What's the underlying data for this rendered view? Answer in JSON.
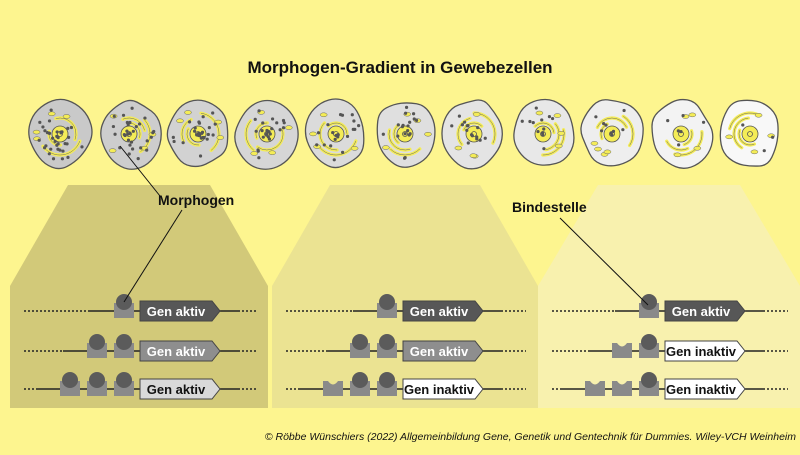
{
  "title": "Morphogen-Gradient in Gewebezellen",
  "labels": {
    "morphogen": "Morphogen",
    "bindestelle": "Bindestelle"
  },
  "credit": "© Röbbe Wünschiers (2022) Allgemeinbildung Gene, Genetik und Gentechnik für Dummies. Wiley-VCH Weinheim",
  "cells": {
    "count": 11,
    "dot_counts": [
      34,
      30,
      27,
      24,
      21,
      18,
      15,
      12,
      9,
      6,
      3
    ],
    "cytoplasm_shading": [
      "#c9c9c9",
      "#cdcdcd",
      "#d2d2d2",
      "#d6d6d6",
      "#dbdbdb",
      "#dfdfdf",
      "#e4e4e4",
      "#e8e8e8",
      "#eeeeee",
      "#f3f3f3",
      "#f8f8f8"
    ]
  },
  "panels": [
    {
      "name": "high-concentration",
      "fill": "#d2c979",
      "rows": [
        {
          "gene": "Gen aktiv",
          "state": "active-strong",
          "sites": [
            "bound"
          ]
        },
        {
          "gene": "Gen aktiv",
          "state": "active-medium",
          "sites": [
            "bound",
            "bound"
          ]
        },
        {
          "gene": "Gen aktiv",
          "state": "active-weak",
          "sites": [
            "bound",
            "bound",
            "bound"
          ]
        }
      ]
    },
    {
      "name": "medium-concentration",
      "fill": "#ebe392",
      "rows": [
        {
          "gene": "Gen aktiv",
          "state": "active-strong",
          "sites": [
            "bound"
          ]
        },
        {
          "gene": "Gen aktiv",
          "state": "active-medium",
          "sites": [
            "bound",
            "bound"
          ]
        },
        {
          "gene": "Gen inaktiv",
          "state": "inactive",
          "sites": [
            "empty",
            "bound",
            "bound"
          ]
        }
      ]
    },
    {
      "name": "low-concentration",
      "fill": "#f8f1ae",
      "rows": [
        {
          "gene": "Gen aktiv",
          "state": "active-strong",
          "sites": [
            "bound"
          ]
        },
        {
          "gene": "Gen inaktiv",
          "state": "inactive",
          "sites": [
            "empty",
            "bound"
          ]
        },
        {
          "gene": "Gen inaktiv",
          "state": "inactive",
          "sites": [
            "empty",
            "empty",
            "bound"
          ]
        }
      ]
    }
  ],
  "colors": {
    "background": "#fdf58f",
    "organelle": "#f4ec57",
    "morphogen": "#5b5b5b",
    "site": "#8a8a8a",
    "active_strong": "#575757",
    "active_medium": "#8e8e8e",
    "active_weak": "#d9d9d9",
    "inactive": "#ffffff"
  }
}
